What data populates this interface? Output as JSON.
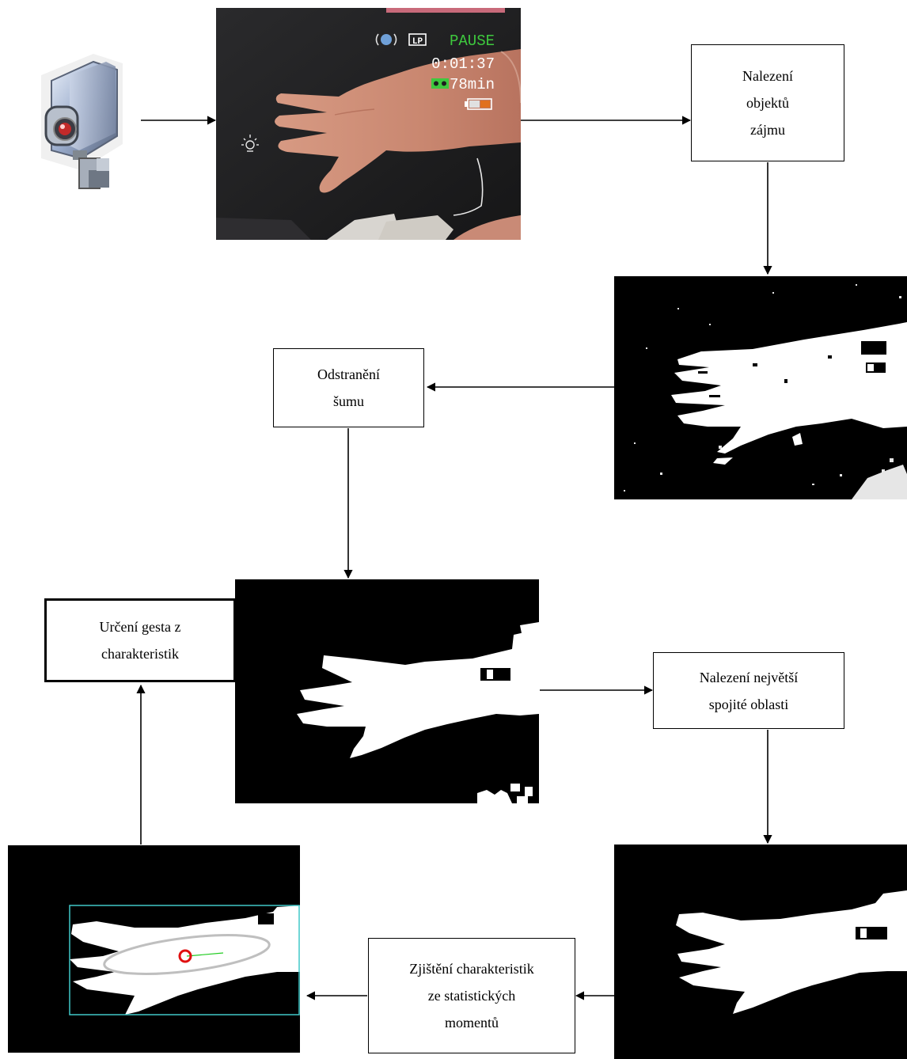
{
  "camera_icon": {
    "name": "video-camera-icon"
  },
  "camera_frame": {
    "osd": {
      "mode_badge": "LP",
      "status": "PAUSE",
      "timecode": "0:01:37",
      "tape_remaining": "78min"
    }
  },
  "steps": {
    "find_objects": [
      "Nalezení",
      "objektů",
      "zájmu"
    ],
    "remove_noise": [
      "Odstranění",
      "šumu"
    ],
    "find_largest": [
      "Nalezení největší",
      "spojité oblasti"
    ],
    "characteristics": [
      "Zjištění charakteristik",
      "ze statistických",
      "momentů"
    ],
    "gesture": [
      "Určení gesta z",
      "charakteristik"
    ]
  },
  "colors": {
    "arrow": "#000000",
    "panel_background": "#000000",
    "mask": "#ffffff",
    "osd_text": "#ffffff",
    "osd_status": "#3ec83e",
    "bounding_box": "#40c8c8",
    "ellipse": "#bfbfbf",
    "centroid": "#e01010",
    "axis_line": "#22cc22"
  }
}
